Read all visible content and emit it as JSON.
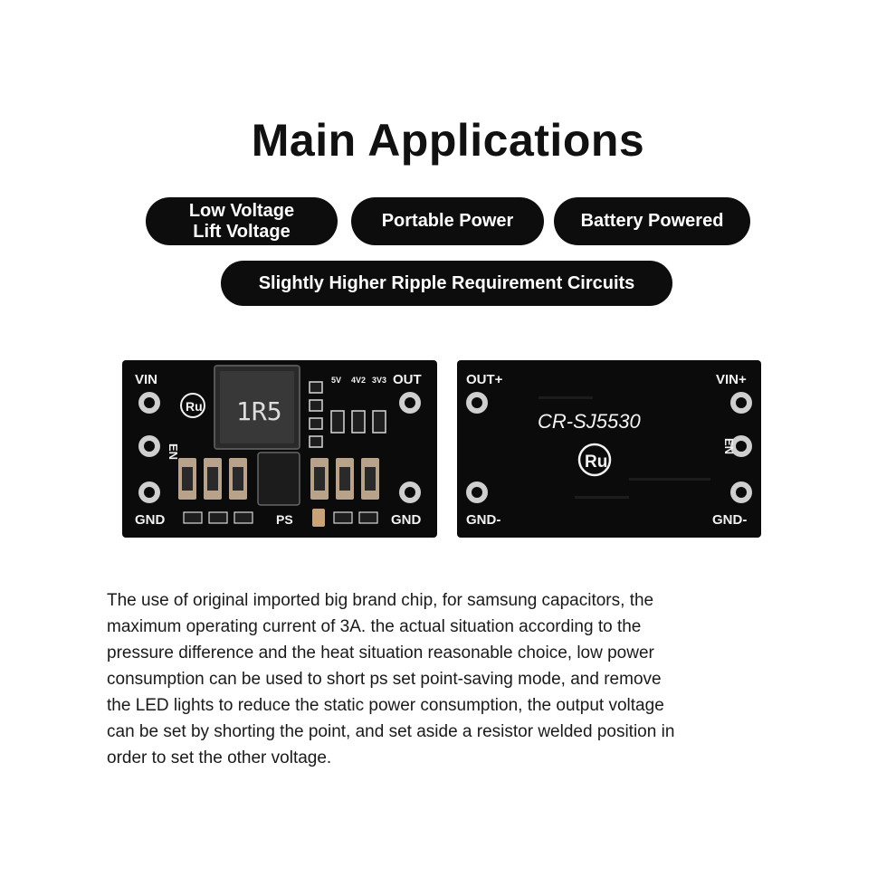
{
  "heading": {
    "title": "Main Applications"
  },
  "applications": [
    {
      "lines": [
        "Low Voltage",
        "Lift Voltage"
      ]
    },
    {
      "lines": [
        "Portable Power"
      ]
    },
    {
      "lines": [
        "Battery Powered"
      ]
    },
    {
      "lines": [
        "Slightly Higher Ripple Requirement Circuits"
      ]
    }
  ],
  "front_board": {
    "label_vin": "VIN",
    "label_en": "EN",
    "label_gnd_left": "GND",
    "label_out": "OUT",
    "label_gnd_right": "GND",
    "label_ps": "PS",
    "inductor_code": "1R5",
    "voltage_options": [
      "5V",
      "4V2",
      "3V3"
    ],
    "logo_text": "Ru"
  },
  "back_board": {
    "model": "CR-SJ5530",
    "label_out_plus": "OUT+",
    "label_vin_plus": "VIN+",
    "label_en": "EN",
    "label_gnd_left": "GND-",
    "label_gnd_right": "GND-",
    "logo_text": "Ru"
  },
  "description": {
    "lines": [
      "The use of original imported big brand chip, for samsung capacitors, the",
      "maximum operating current of 3A. the actual situation according to the",
      "pressure difference and the heat situation reasonable choice, low power",
      "consumption can be used to short ps set point-saving mode, and remove",
      "the LED lights to reduce the static power consumption, the output voltage",
      "can be set by shorting the point, and set aside a resistor welded position in",
      "order to set the other voltage."
    ]
  },
  "colors": {
    "pill_bg": "#0d0d0d",
    "board_bg": "#0b0b0b",
    "silkscreen": "#f2f2f2"
  }
}
